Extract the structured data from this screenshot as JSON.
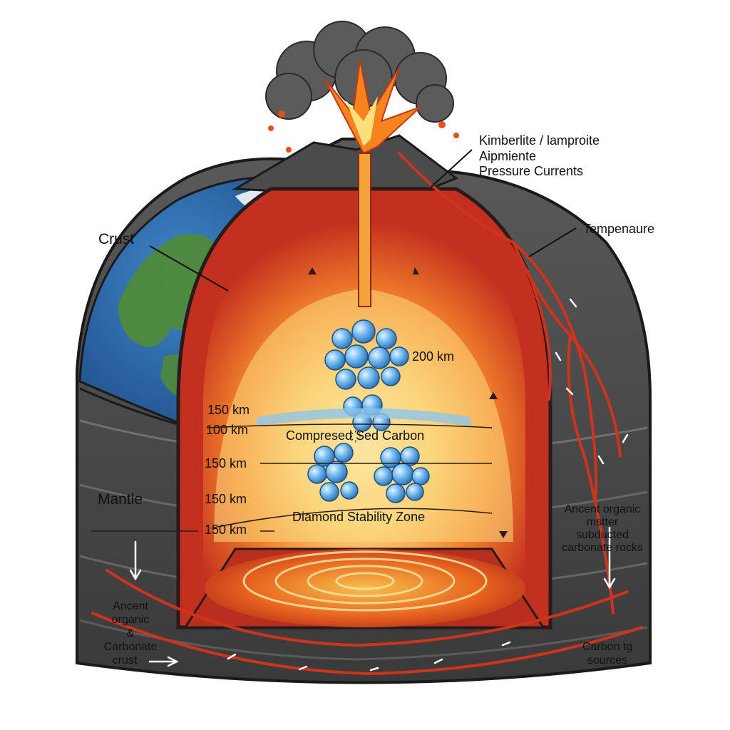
{
  "labels": {
    "crust": "Crust",
    "mantle": "Mantle",
    "kimberlite": [
      "Kimberlite / lamproite",
      "Aipmiente",
      "Pressure Currents"
    ],
    "temperature": "Tempenaure",
    "depth_200": "200 km",
    "depth_150_top": "150 km",
    "depth_100": "100 km",
    "depth_150_a": "150 km",
    "depth_150_b": "150 km",
    "depth_150_c": "150 km",
    "compressed_carbon": "Compresed ҉Sed Carbon",
    "diamond_zone": "Diamond Stability Zone",
    "ancient_right": [
      "Ancent organic",
      "mstter",
      "subducted",
      "carbonate rocks"
    ],
    "ancient_left": [
      "Ancent",
      "organic",
      "&",
      "Carbonate",
      "crust"
    ],
    "carbon_sources": [
      "Carbon tg",
      "sources"
    ]
  },
  "colors": {
    "magma_outer": "#c0291c",
    "magma_inner": "#f26d1f",
    "core_glow": "#fbe3a0",
    "ocean": "#2f6fb8",
    "land": "#4f8a3a",
    "rock_dark": "#4a4a4a",
    "rock_mid": "#7a7a7a",
    "smoke": "#5b5b5b",
    "diamond": "#5aa9e6"
  }
}
